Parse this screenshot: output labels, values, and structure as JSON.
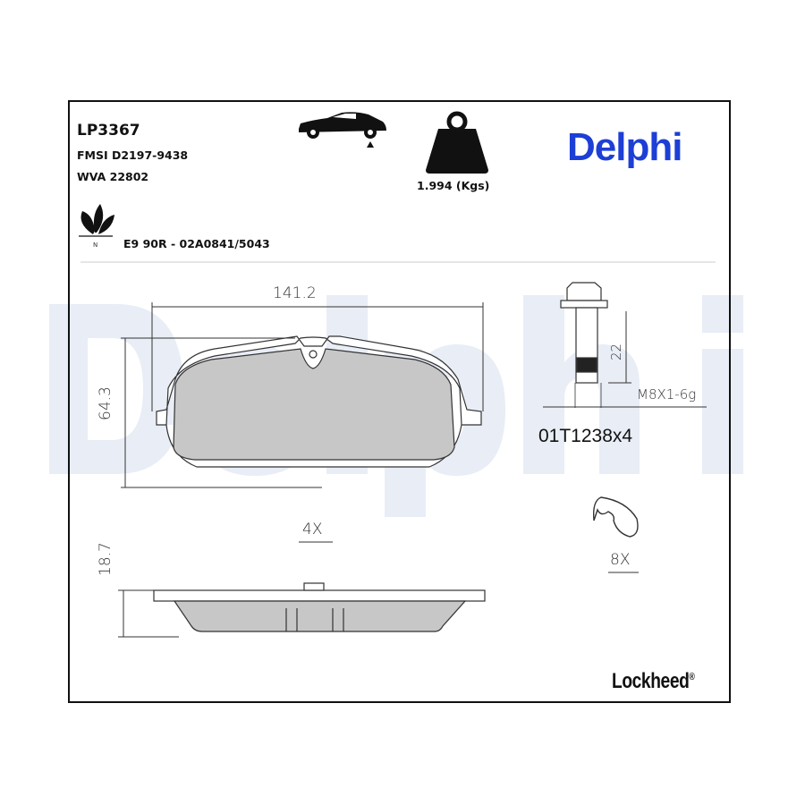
{
  "product": {
    "code": "LP3367",
    "fmsi": "FMSI D2197-9438",
    "wva": "WVA 22802",
    "weight": "1.994 (Kgs)",
    "approval": "E9 90R - 02A0841/5043",
    "eco_mark": "N"
  },
  "brand": {
    "name": "Delphi",
    "secondary": "Lockheed",
    "registered": "®",
    "color": "#1d3fd6"
  },
  "drawing": {
    "width_dim": "141.2",
    "height_dim": "64.3",
    "thickness_dim": "18.7",
    "pad_qty": "4X",
    "bolt_length": "22",
    "bolt_thread": "M8X1-6g",
    "bolt_part": "01T1238x4",
    "clip_qty": "8X"
  }
}
